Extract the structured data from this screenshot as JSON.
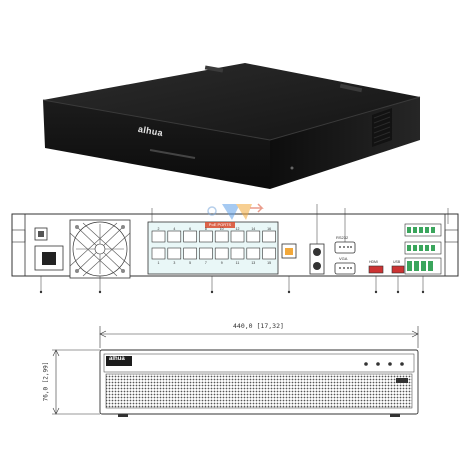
{
  "brand": {
    "top_logo": "alhua",
    "front_logo": "alhua"
  },
  "back_panel": {
    "poe_label": "PoE PORTS",
    "port_numbers_top": [
      "2",
      "4",
      "6",
      "8",
      "10",
      "12",
      "14",
      "16"
    ],
    "port_numbers_bottom": [
      "1",
      "3",
      "5",
      "7",
      "9",
      "11",
      "13",
      "15"
    ],
    "rs232_label": "RS232",
    "vga_label": "VGA",
    "hdmi_label": "HDMI",
    "usb_label": "USB"
  },
  "dimensions": {
    "width_label": "440,0",
    "width_inch": "[17,32]",
    "height_label": "76,0",
    "height_inch": "[2,99]"
  },
  "colors": {
    "device_body": "#1b1b1b",
    "line": "#333333",
    "port_teal": "#6ecfd0",
    "accent_red": "#d94a2b"
  }
}
